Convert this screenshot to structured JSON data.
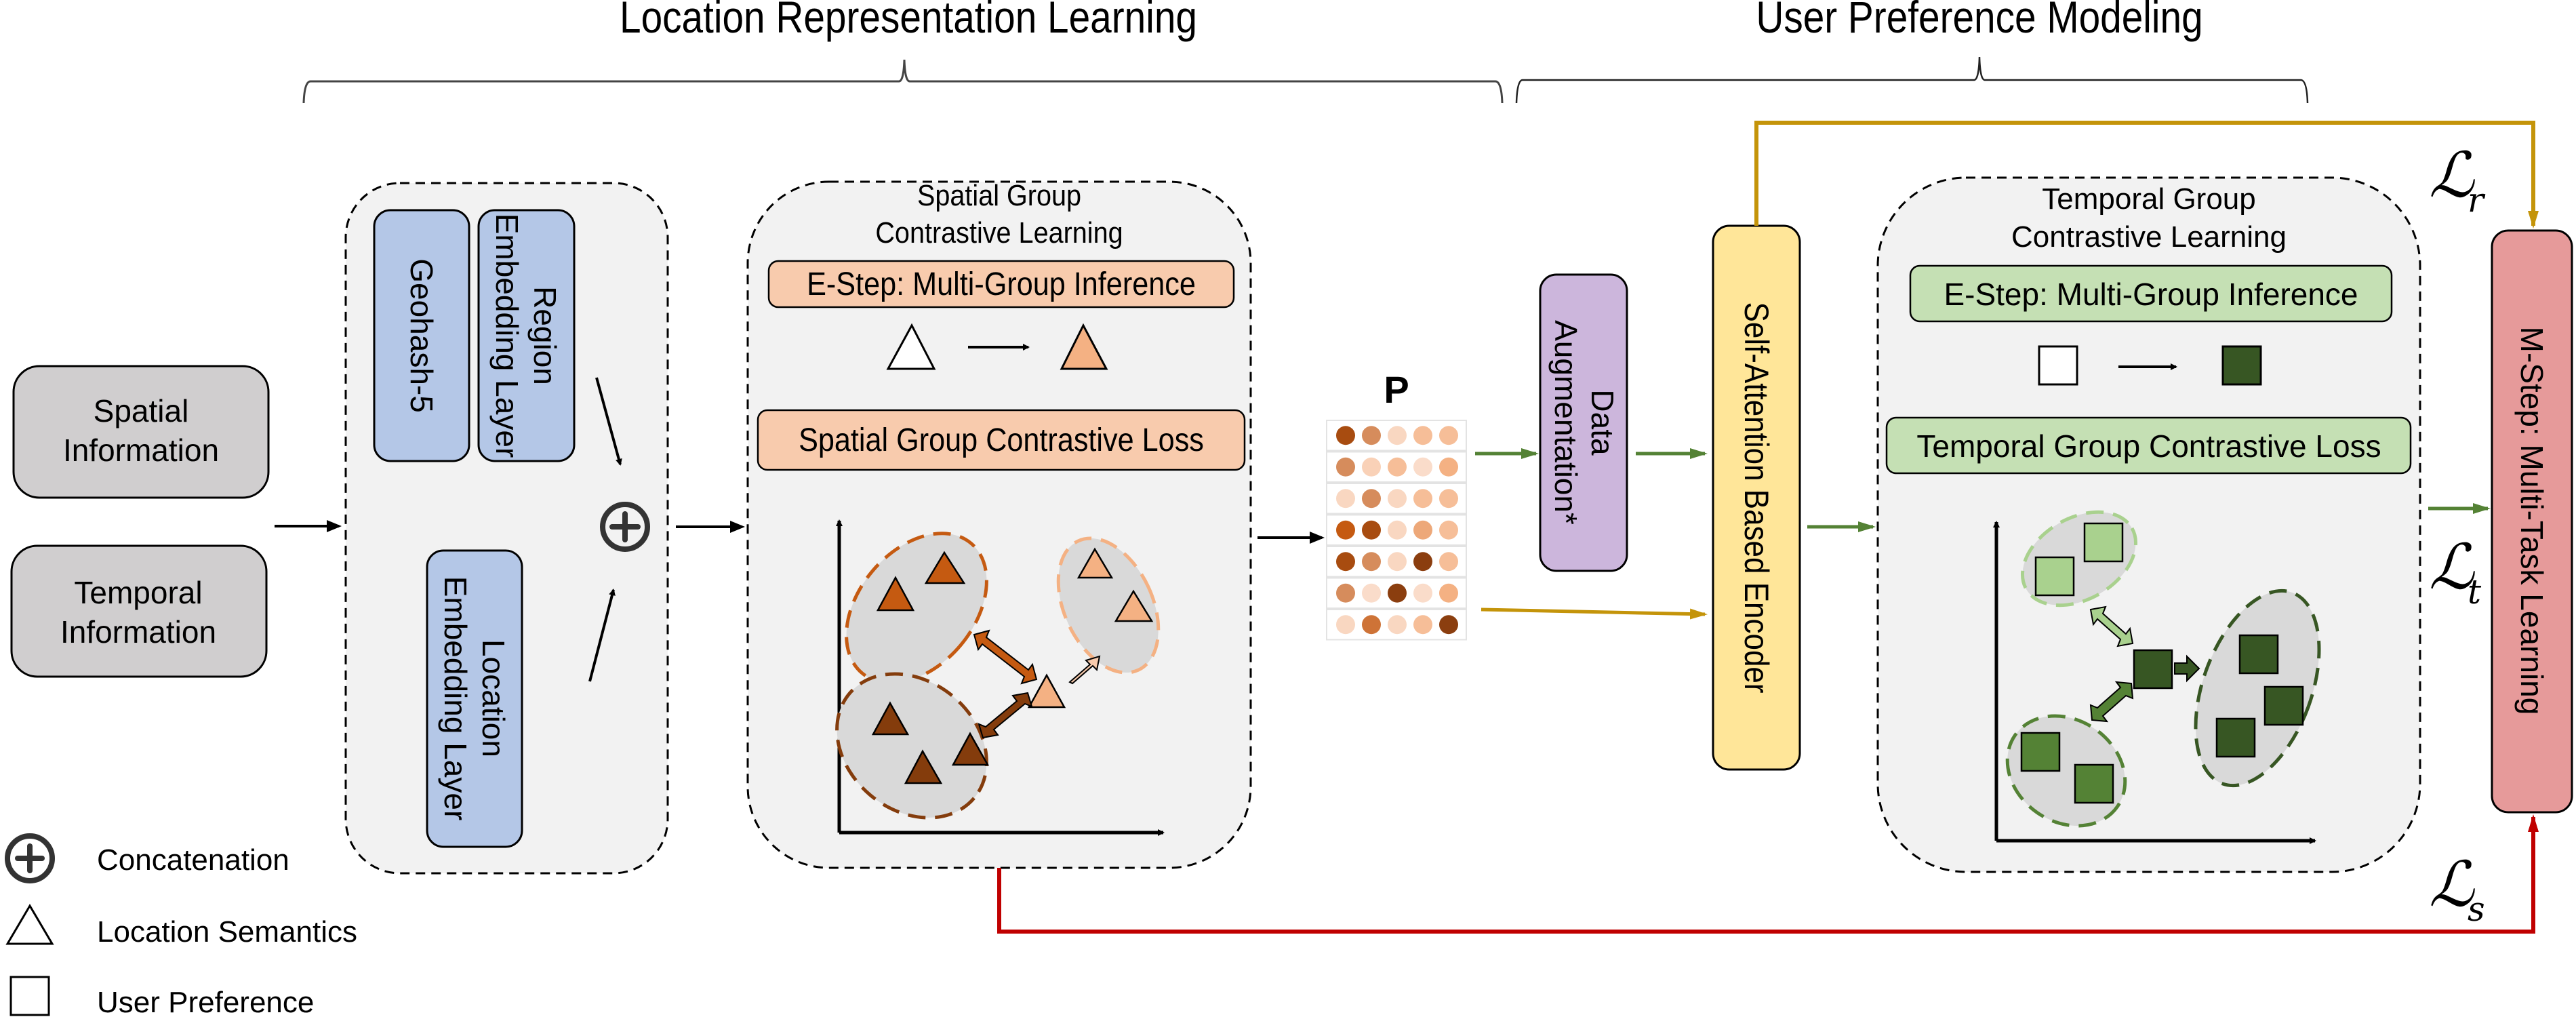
{
  "sections": {
    "left_title": "Location Representation Learning",
    "right_title": "User Preference Modeling"
  },
  "inputs": {
    "spatial": [
      "Spatial",
      "Information"
    ],
    "temporal": [
      "Temporal",
      "Information"
    ]
  },
  "embedding": {
    "geohash": "Geohash-5",
    "region": [
      "Region",
      "Embedding Layer"
    ],
    "location": [
      "Location",
      "Embedding Layer"
    ]
  },
  "spatial_cl": {
    "title": [
      "Spatial Group",
      "Contrastive Learning"
    ],
    "estep": "E-Step: Multi-Group Inference",
    "loss": "Spatial Group Contrastive Loss"
  },
  "matrix": {
    "label": "P",
    "rows": [
      [
        0.9,
        0.6,
        0.1,
        0.3,
        0.3
      ],
      [
        0.6,
        0.15,
        0.3,
        0.05,
        0.4
      ],
      [
        0.1,
        0.6,
        0.1,
        0.3,
        0.3
      ],
      [
        0.8,
        0.9,
        0.1,
        0.45,
        0.3
      ],
      [
        0.9,
        0.6,
        0.1,
        1.0,
        0.3
      ],
      [
        0.6,
        0.05,
        1.0,
        0.05,
        0.4
      ],
      [
        0.1,
        0.7,
        0.1,
        0.3,
        1.0
      ]
    ]
  },
  "data_augmentation": [
    "Data",
    "Augmentation*"
  ],
  "encoder": "Self-Attention Based Encoder",
  "temporal_cl": {
    "title": [
      "Temporal Group",
      "Contrastive Learning"
    ],
    "estep": "E-Step: Multi-Group Inference",
    "loss": "Temporal Group Contrastive Loss"
  },
  "mstep": "M-Step: Multi-Task Learning",
  "losses": {
    "r": {
      "main": "ℒ",
      "sub": "r"
    },
    "t": {
      "main": "ℒ",
      "sub": "t"
    },
    "s": {
      "main": "ℒ",
      "sub": "s"
    }
  },
  "legend": [
    {
      "icon": "concatenation-icon",
      "label": "Concatenation"
    },
    {
      "icon": "triangle-icon",
      "label": "Location Semantics"
    },
    {
      "icon": "square-icon",
      "label": "User Preference"
    }
  ],
  "colors": {
    "gray_box": "#d0cecf",
    "embed_blue": "#b4c7e7",
    "spatial_orange": "#f8cbad",
    "data_aug_purple": "#ccb6dc",
    "encoder_yellow": "#ffe699",
    "temporal_green": "#c5e0b4",
    "mstep_red": "#e69a9a",
    "line_gold": "#c4940a",
    "line_green": "#548235",
    "line_red": "#c00000"
  }
}
